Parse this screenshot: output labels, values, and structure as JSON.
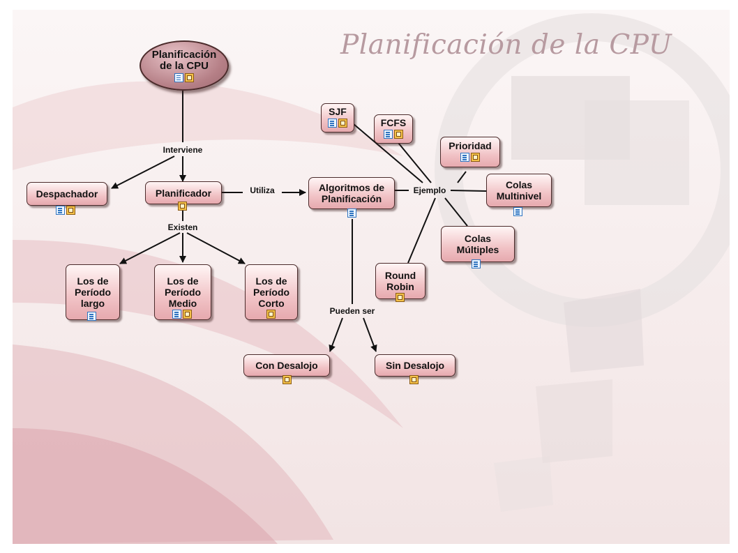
{
  "title": "Planificación de la CPU",
  "nodes": {
    "root": "Planificación\nde la CPU",
    "despachador": "Despachador",
    "planificador": "Planificador",
    "algoritmos": "Algoritmos de\nPlanificación",
    "largo": "Los de\nPeríodo\nlargo",
    "medio": "Los de\nPeríodo\nMedio",
    "corto": "Los de\nPeríodo\nCorto",
    "sjf": "SJF",
    "fcfs": "FCFS",
    "prioridad": "Prioridad",
    "colas_multinivel": "Colas\nMultinivel",
    "colas_multiples": "Colas\nMúltiples",
    "round_robin": "Round\nRobin",
    "con_desalojo": "Con Desalojo",
    "sin_desalojo": "Sin Desalojo"
  },
  "links": {
    "interviene": "Interviene",
    "existen": "Existen",
    "utiliza": "Utiliza",
    "ejemplo": "Ejemplo",
    "pueden_ser": "Pueden ser"
  },
  "icon_names": [
    "note-icon",
    "resource-icon"
  ],
  "colors": {
    "node_fill": "#f1c3c6",
    "root_fill": "#b57f86",
    "border": "#4a2a2a",
    "title": "#b79aa0"
  }
}
